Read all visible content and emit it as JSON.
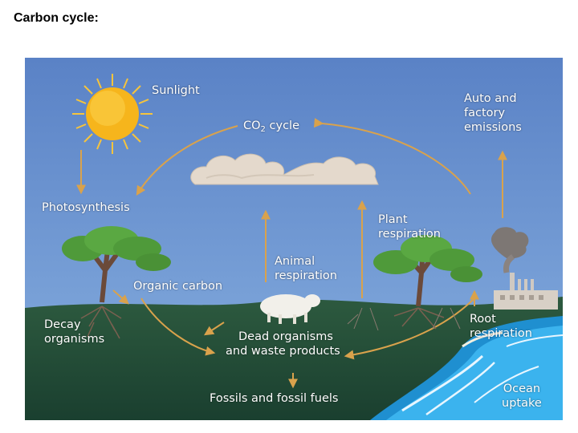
{
  "slide": {
    "title": "Carbon cycle:"
  },
  "colors": {
    "sky": "#5e86c9",
    "ground": "#1f4a36",
    "water": "#2aa7e6",
    "arrow": "#d9a24c",
    "sun": "#f6b51c",
    "cloud": "#e4d9cc"
  },
  "icons": [
    "sun-icon",
    "cloud-icon",
    "tree-icon",
    "sheep-icon",
    "factory-icon",
    "ocean-icon"
  ],
  "labels": {
    "sunlight": "Sunlight",
    "co2_cycle_prefix": "CO",
    "co2_cycle_sub": "2",
    "co2_cycle_suffix": " cycle",
    "auto_line1": "Auto and",
    "auto_line2": "factory",
    "auto_line3": "emissions",
    "photosynthesis": "Photosynthesis",
    "plant_resp_line1": "Plant",
    "plant_resp_line2": "respiration",
    "animal_resp_line1": "Animal",
    "animal_resp_line2": "respiration",
    "organic_carbon": "Organic carbon",
    "decay_line1": "Decay",
    "decay_line2": "organisms",
    "dead_line1": "Dead organisms",
    "dead_line2": "and waste products",
    "root_resp_line1": "Root",
    "root_resp_line2": "respiration",
    "fossils": "Fossils and fossil fuels",
    "ocean_line1": "Ocean",
    "ocean_line2": "uptake"
  }
}
